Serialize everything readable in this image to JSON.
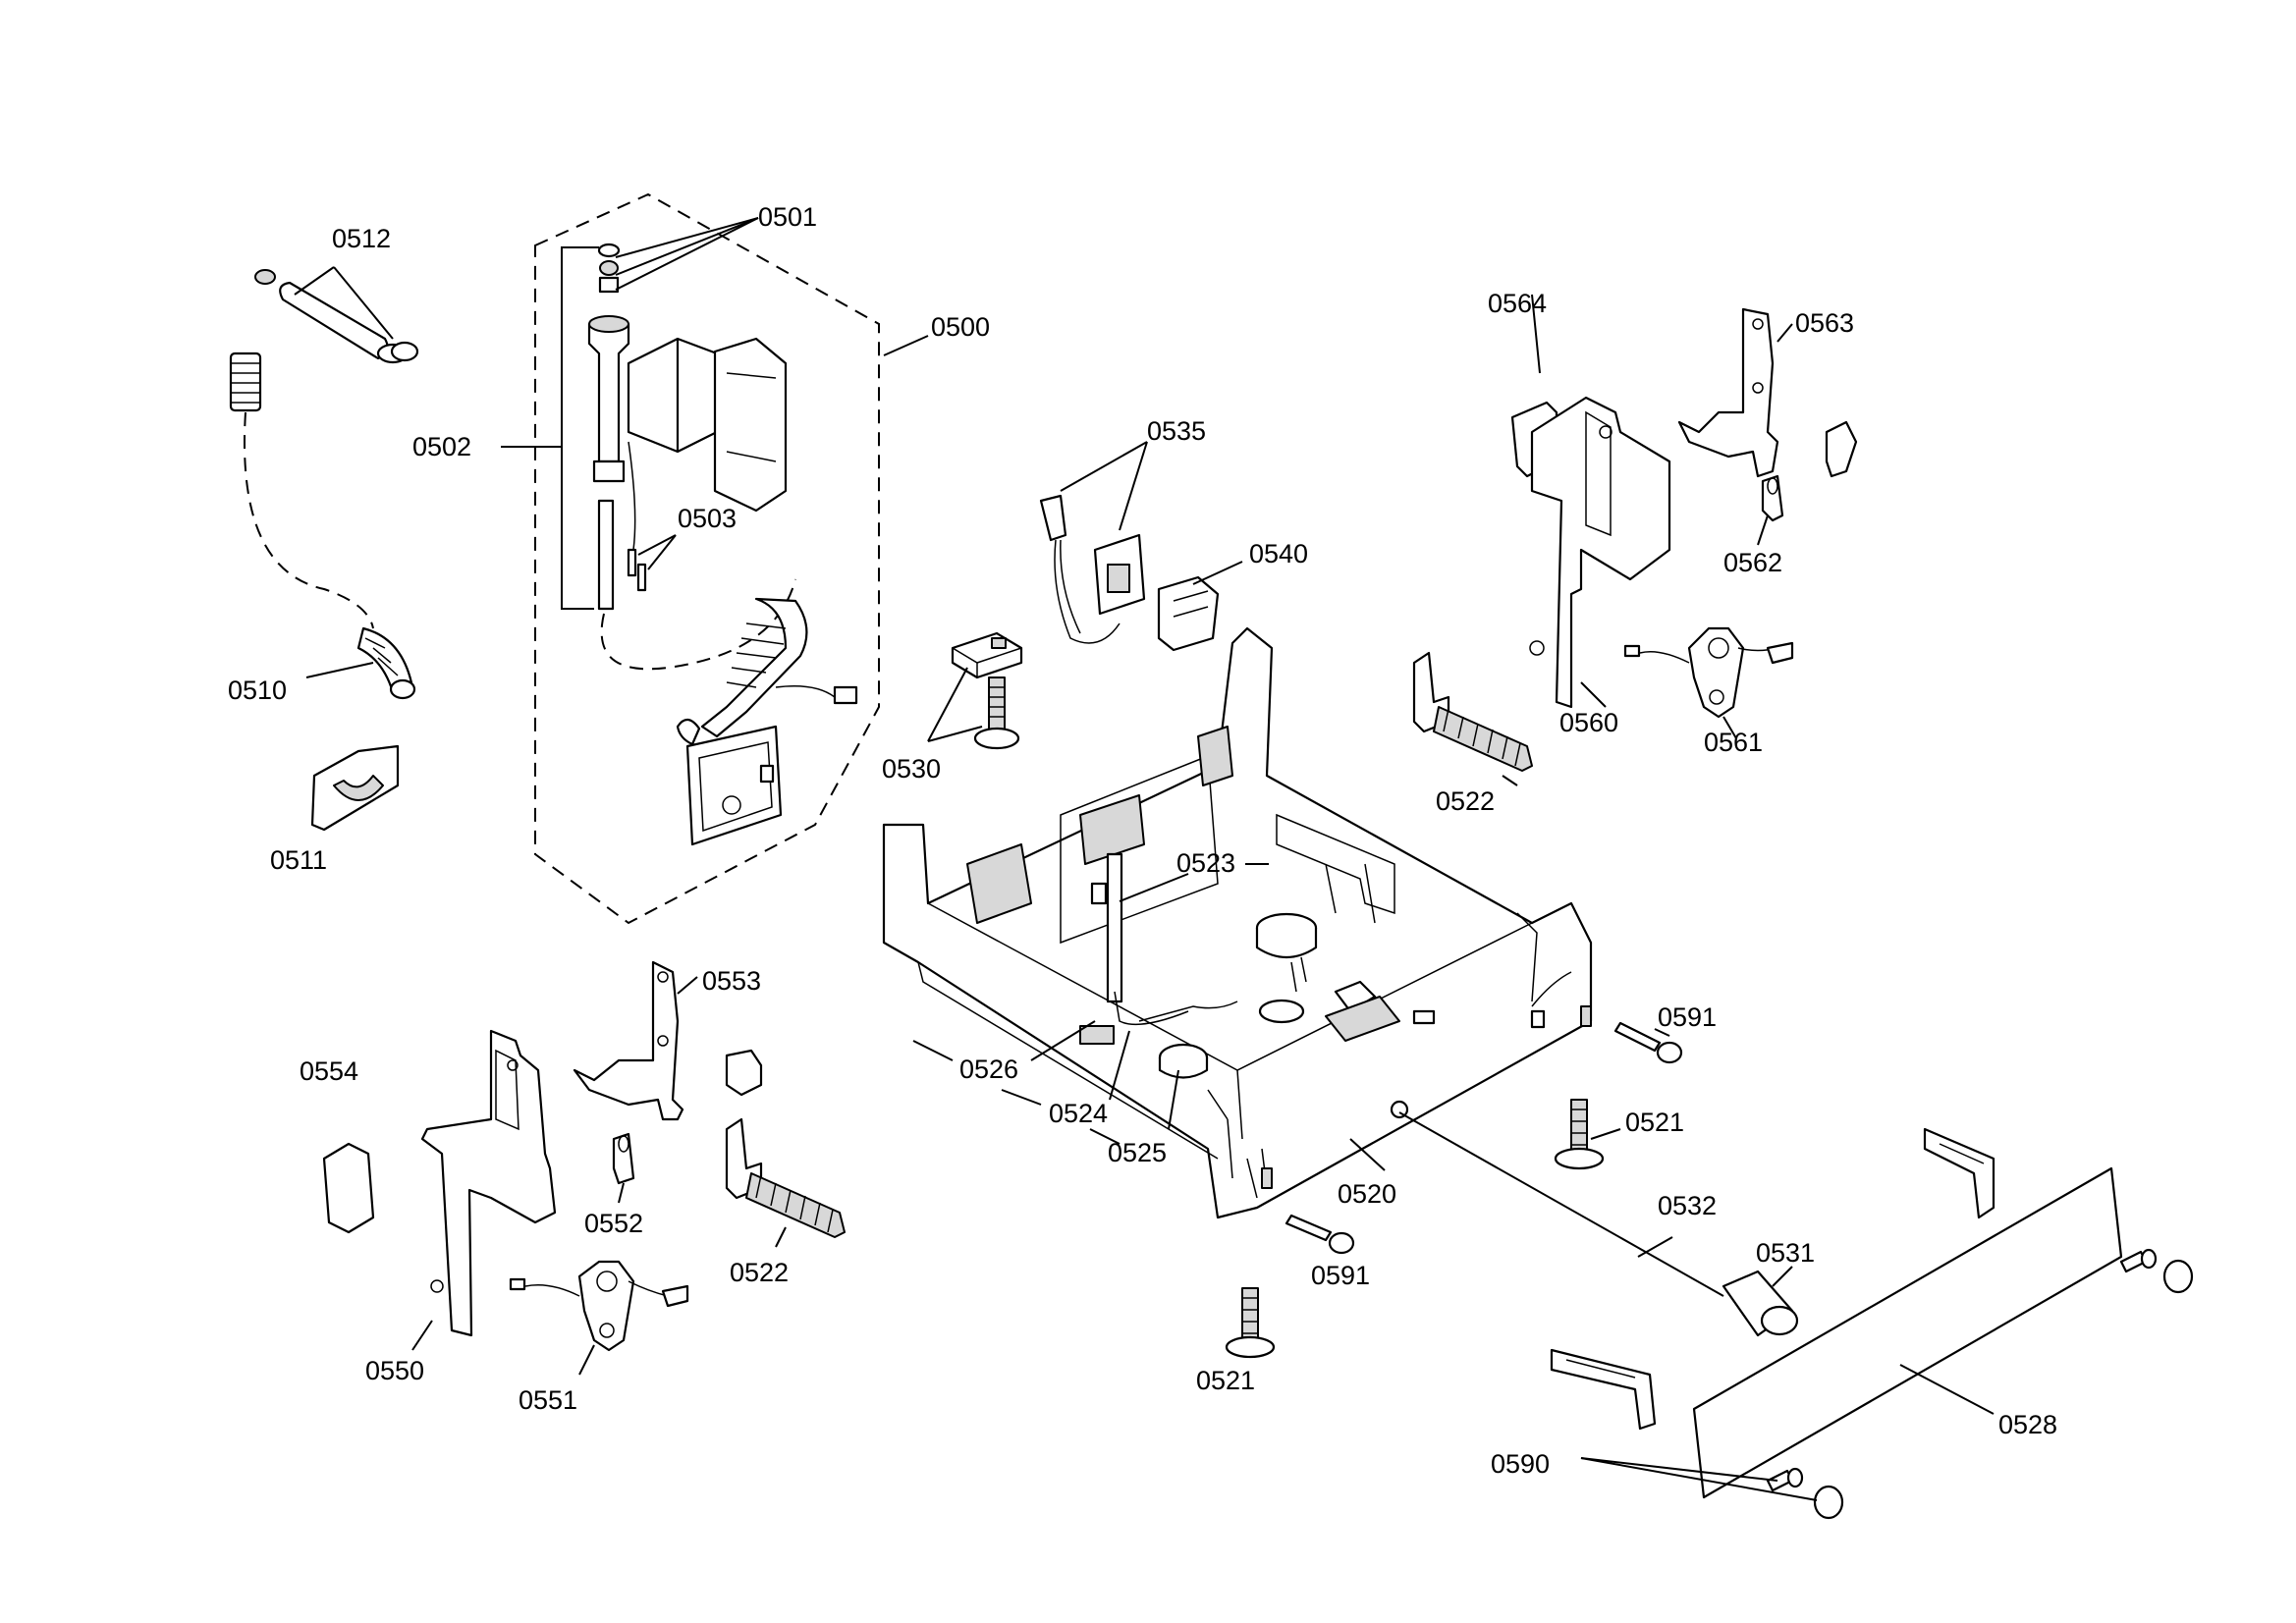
{
  "labels": {
    "l0500": "0500",
    "l0501": "0501",
    "l0502": "0502",
    "l0503": "0503",
    "l0510": "0510",
    "l0511": "0511",
    "l0512": "0512",
    "l0520": "0520",
    "l0521a": "0521",
    "l0521b": "0521",
    "l0522a": "0522",
    "l0522b": "0522",
    "l0523": "0523",
    "l0524": "0524",
    "l0525": "0525",
    "l0526": "0526",
    "l0528": "0528",
    "l0530": "0530",
    "l0531": "0531",
    "l0532": "0532",
    "l0535": "0535",
    "l0540": "0540",
    "l0550": "0550",
    "l0551": "0551",
    "l0552": "0552",
    "l0553": "0553",
    "l0554": "0554",
    "l0560": "0560",
    "l0561": "0561",
    "l0562": "0562",
    "l0563": "0563",
    "l0564": "0564",
    "l0590": "0590",
    "l0591a": "0591",
    "l0591b": "0591"
  }
}
